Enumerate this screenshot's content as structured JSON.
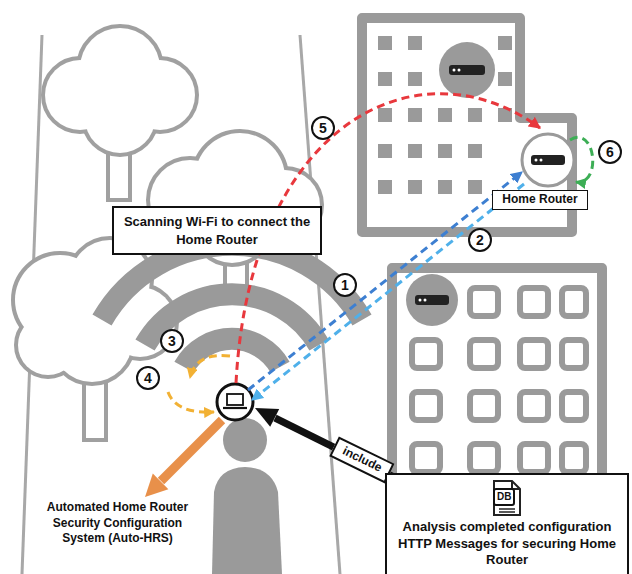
{
  "diagram": {
    "nodes": [
      {
        "text": [
          "Scanning Wi-Fi to connect the Home Router"
        ]
      },
      {
        "text": [
          "Home Router"
        ]
      },
      {
        "text": [
          "include"
        ]
      },
      {
        "text": [
          "DB",
          "Analysis completed configuration HTTP Messages for securing Home Router"
        ]
      }
    ],
    "labels": [
      "1",
      "2",
      "3",
      "4",
      "5",
      "6",
      "Automated Home Router Security Configuration System (Auto-HRS)"
    ]
  }
}
